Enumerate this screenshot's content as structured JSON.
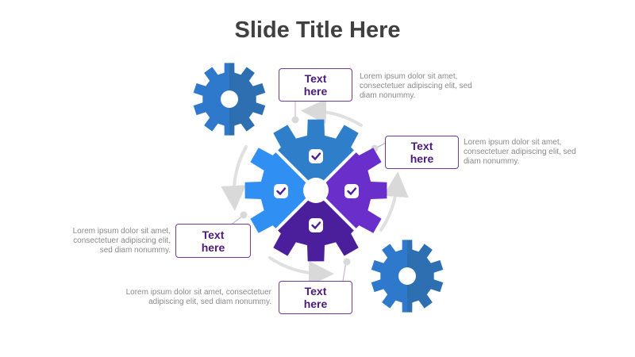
{
  "title": "Slide Title Here",
  "colors": {
    "gear_blue": "#2e7ec9",
    "gear_light_blue": "#2f8ff2",
    "gear_purple": "#6a2ecb",
    "gear_dark_purple": "#4b1f9c",
    "small_gear_left": "#2f79cc",
    "small_gear_right": "#2d6fb0",
    "arrow_gray": "#d9d9d9",
    "box_border": "#6a3d9a",
    "box_text": "#4b1a7a"
  },
  "gear_icons": [
    "check-badge-icon",
    "check-badge-icon",
    "check-badge-icon",
    "check-badge-icon"
  ],
  "items": [
    {
      "label": "Text\nhere",
      "description": "Lorem ipsum dolor sit amet,\nconsectetuer adipiscing elit, sed\ndiam nonummy."
    },
    {
      "label": "Text\nhere",
      "description": "Lorem ipsum dolor sit amet,\nconsectetuer adipiscing elit, sed\ndiam nonummy."
    },
    {
      "label": "Text\nhere",
      "description": "Lorem ipsum dolor sit amet,\nconsectetuer adipiscing elit,\nsed diam nonummy."
    },
    {
      "label": "Text\nhere",
      "description": "Lorem ipsum dolor sit amet, consectetuer\nadipiscing elit, sed diam nonummy."
    }
  ]
}
